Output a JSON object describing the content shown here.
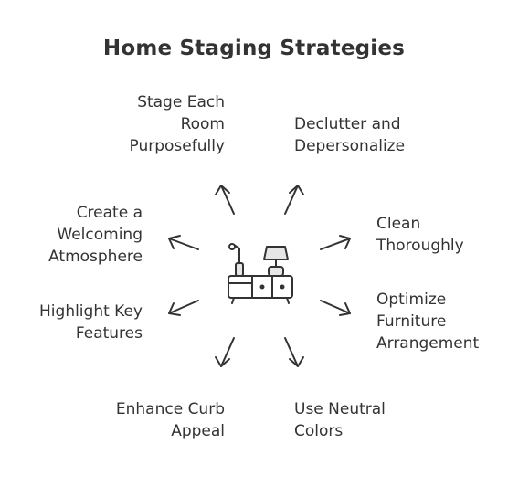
{
  "title": "Home Staging Strategies",
  "strategies": [
    {
      "label": "Stage Each\nRoom\nPurposefully"
    },
    {
      "label": "Declutter and\nDepersonalize"
    },
    {
      "label": "Create a\nWelcoming\nAtmosphere"
    },
    {
      "label": "Clean\nThoroughly"
    },
    {
      "label": "Highlight Key\nFeatures"
    },
    {
      "label": "Optimize\nFurniture\nArrangement"
    },
    {
      "label": "Enhance Curb\nAppeal"
    },
    {
      "label": "Use Neutral\nColors"
    }
  ],
  "center_icon": "living-room-furniture-icon"
}
